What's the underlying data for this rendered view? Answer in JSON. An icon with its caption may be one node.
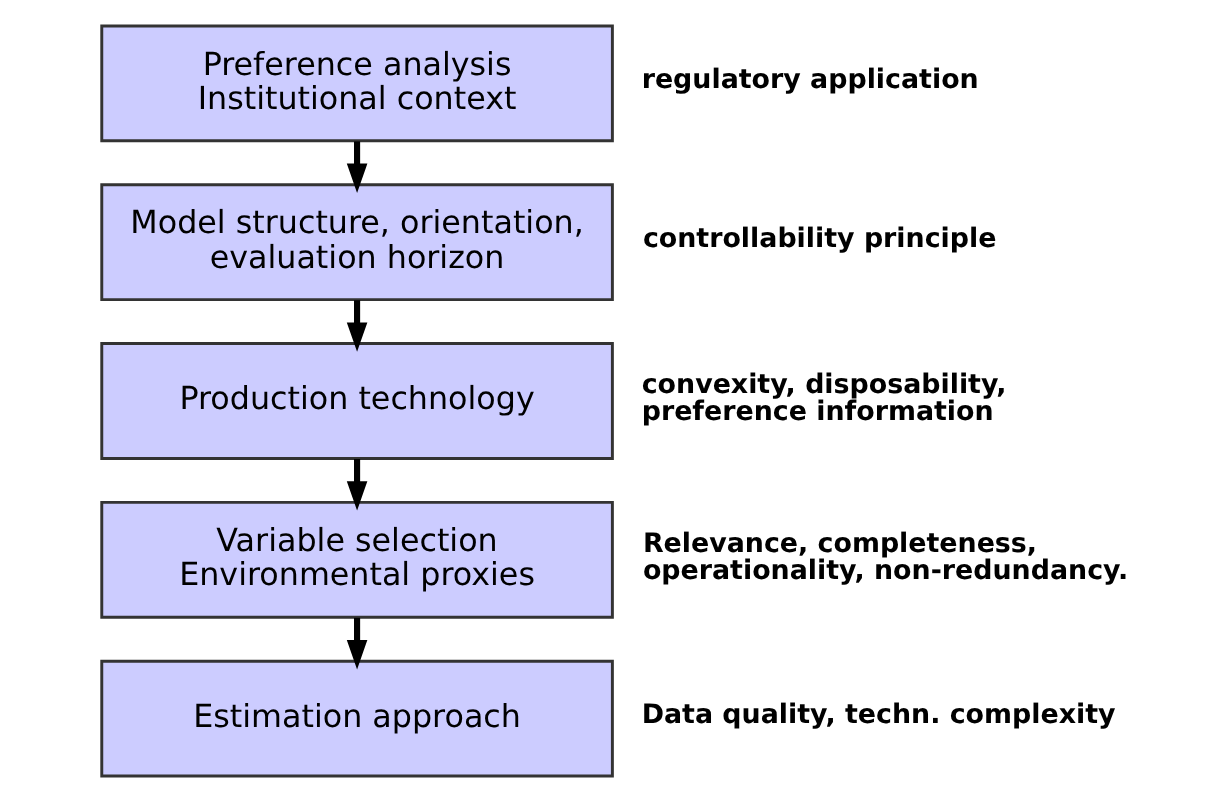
{
  "diagram": {
    "nodes": [
      {
        "text": [
          "Preference analysis",
          "Institutional context"
        ],
        "beside": [
          "regulatory application"
        ]
      },
      {
        "text": [
          "Model structure, orientation, evaluation horizon"
        ],
        "beside": [
          "controllability principle"
        ]
      },
      {
        "text": [
          "Production technology"
        ],
        "beside": [
          "convexity, disposability, preference information"
        ]
      },
      {
        "text": [
          "Variable selection",
          "Environmental proxies"
        ],
        "beside": [
          "Relevance, completeness, operationality, non-redundancy."
        ]
      },
      {
        "text": [
          "Estimation approach"
        ],
        "beside": [
          "Data quality, techn. complexity"
        ]
      }
    ],
    "edges": [
      {
        "from": 0,
        "to": 1,
        "arrow": "to"
      },
      {
        "from": 1,
        "to": 2,
        "arrow": "to"
      },
      {
        "from": 2,
        "to": 3,
        "arrow": "to"
      },
      {
        "from": 3,
        "to": 4,
        "arrow": "to"
      }
    ]
  }
}
